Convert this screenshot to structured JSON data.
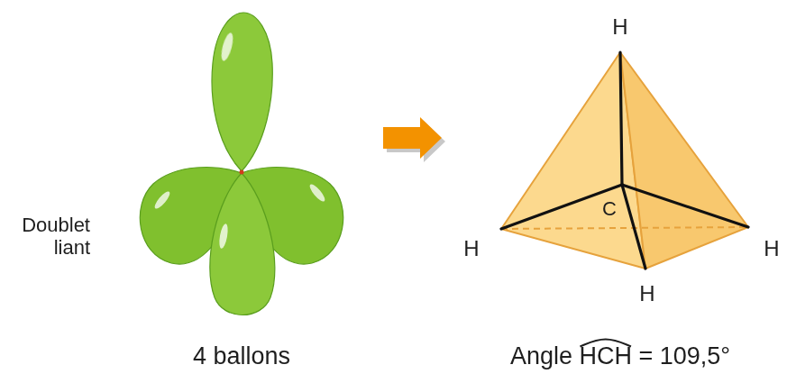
{
  "diagram": {
    "labels": [
      "Doublet liant",
      "H",
      "H",
      "H",
      "H",
      "C",
      "4 ballons",
      "Angle HCH = 109,5°"
    ]
  }
}
